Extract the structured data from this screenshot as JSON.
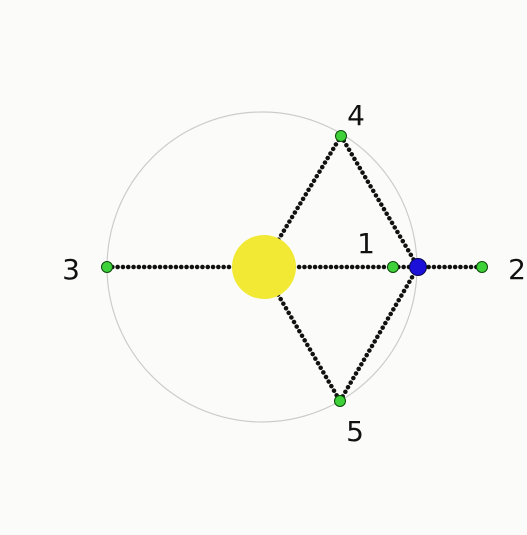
{
  "colors": {
    "background": "#fbfcfa",
    "orbit": "#cccccc",
    "link": "#111111",
    "sun": "#f1e933",
    "planet": "#1a10d8",
    "lagrange_point": "#3fd13a",
    "lagrange_stroke": "#0a4a08"
  },
  "sun": {
    "icon": "sun-icon"
  },
  "planet": {
    "icon": "planet-icon"
  },
  "points": [
    {
      "id": "L1",
      "label": "1"
    },
    {
      "id": "L2",
      "label": "2"
    },
    {
      "id": "L3",
      "label": "3"
    },
    {
      "id": "L4",
      "label": "4"
    },
    {
      "id": "L5",
      "label": "5"
    }
  ]
}
